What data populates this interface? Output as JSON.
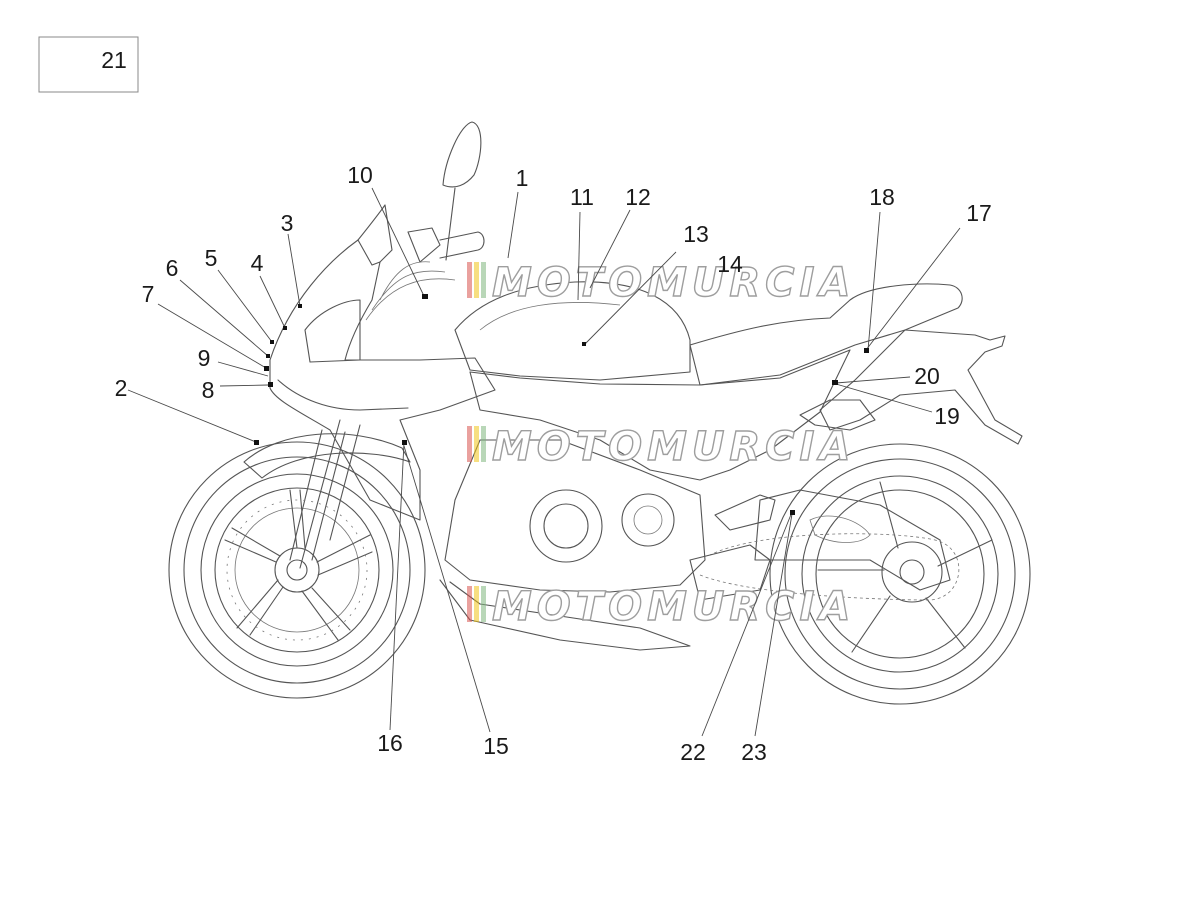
{
  "ref_box": {
    "label": "21"
  },
  "callouts": [
    {
      "id": "1",
      "text": "1"
    },
    {
      "id": "2",
      "text": "2"
    },
    {
      "id": "3",
      "text": "3"
    },
    {
      "id": "4",
      "text": "4"
    },
    {
      "id": "5",
      "text": "5"
    },
    {
      "id": "6",
      "text": "6"
    },
    {
      "id": "7",
      "text": "7"
    },
    {
      "id": "8",
      "text": "8"
    },
    {
      "id": "9",
      "text": "9"
    },
    {
      "id": "10",
      "text": "10"
    },
    {
      "id": "11",
      "text": "11"
    },
    {
      "id": "12",
      "text": "12"
    },
    {
      "id": "13",
      "text": "13"
    },
    {
      "id": "14",
      "text": "14"
    },
    {
      "id": "15",
      "text": "15"
    },
    {
      "id": "16",
      "text": "16"
    },
    {
      "id": "17",
      "text": "17"
    },
    {
      "id": "18",
      "text": "18"
    },
    {
      "id": "19",
      "text": "19"
    },
    {
      "id": "20",
      "text": "20"
    },
    {
      "id": "22",
      "text": "22"
    },
    {
      "id": "23",
      "text": "23"
    }
  ],
  "watermarks": [
    {
      "text": "MOTOMURCIA"
    },
    {
      "text": "MOTOMURCIA"
    },
    {
      "text": "MOTOMURCIA"
    }
  ],
  "colors": {
    "line": "#555555",
    "watermark_red": "#d9534f",
    "watermark_yellow": "#f0c419",
    "watermark_green": "#7fb77e"
  }
}
